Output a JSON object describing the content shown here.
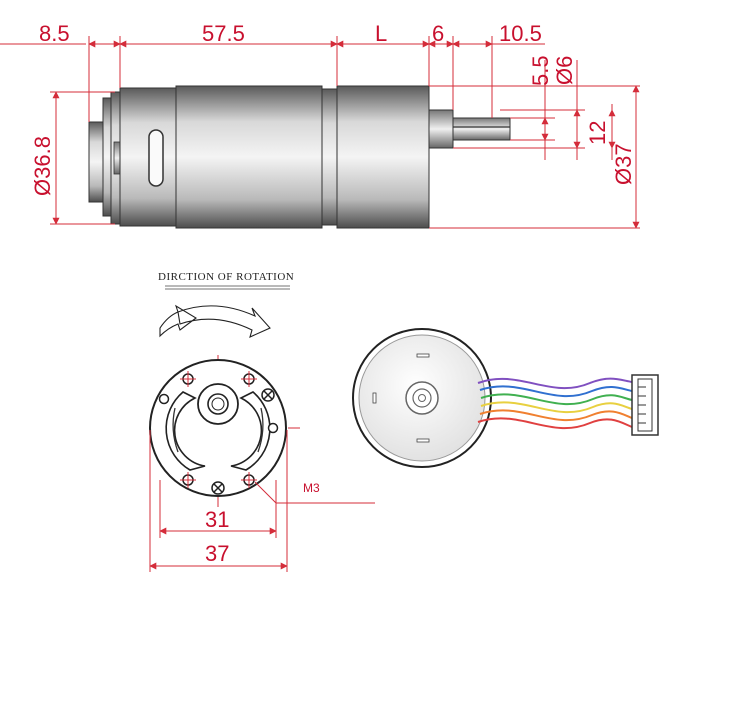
{
  "top_view": {
    "dim_8_5": "8.5",
    "dim_57_5": "57.5",
    "dim_L": "L",
    "dim_6": "6",
    "dim_10_5": "10.5",
    "dim_5_5": "5.5",
    "dim_dia6": "Ø6",
    "dim_12": "12",
    "dim_dia37": "Ø37",
    "dim_dia36_8": "Ø36.8"
  },
  "rotation_caption": "DIRCTION OF ROTATION",
  "front_view": {
    "screw_label": "M3",
    "dim_31": "31",
    "dim_37": "37"
  },
  "colors": {
    "dimension_red": "#c8102e",
    "outline": "#333333",
    "wires": [
      "#e04040",
      "#f08030",
      "#e8d040",
      "#40b050",
      "#3070d0",
      "#8050c0"
    ]
  }
}
